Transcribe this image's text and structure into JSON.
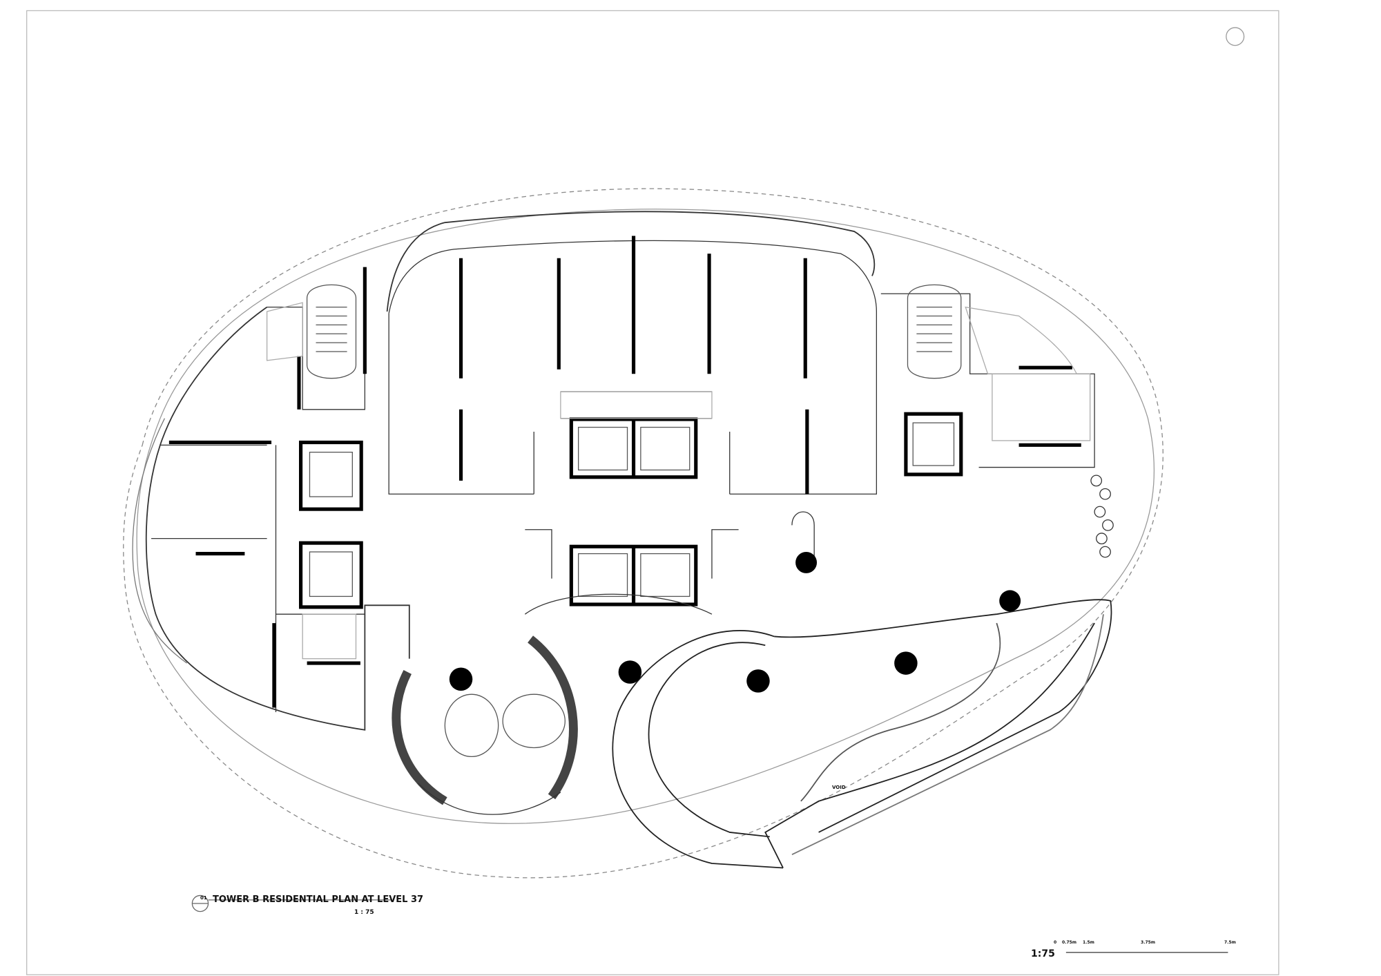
{
  "drawing": {
    "title": "TOWER B RESIDENTIAL PLAN AT LEVEL 37",
    "drawing_number": "01",
    "title_scale": "1 : 75",
    "void_label": "VOID"
  },
  "scale_bar": {
    "scale": "1:75",
    "labels": [
      "0",
      "0.75m",
      "1.5m",
      "3.75m",
      "7.5m"
    ]
  }
}
